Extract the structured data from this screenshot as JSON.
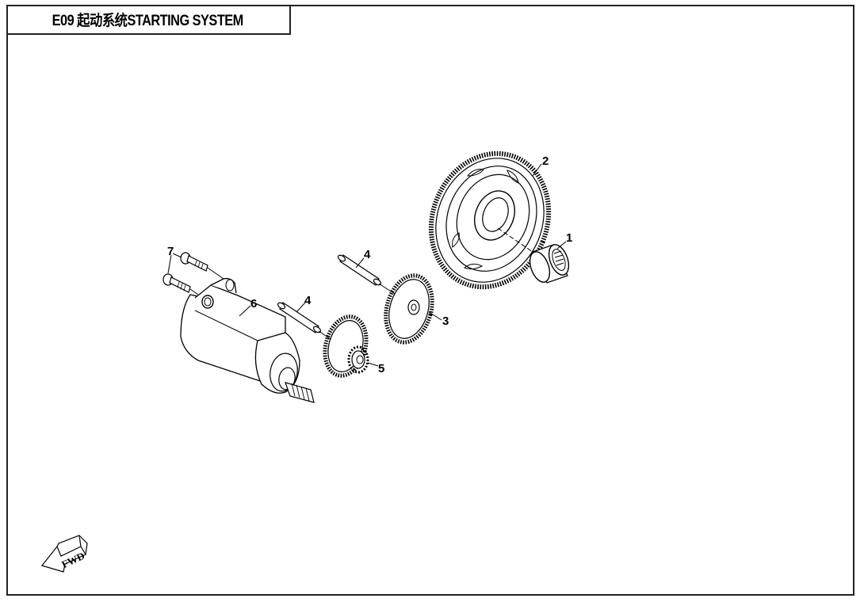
{
  "title": "E09 起动系统STARTING SYSTEM",
  "callouts": [
    {
      "number": "1",
      "part": "needle-bearing"
    },
    {
      "number": "2",
      "part": "starter-driven-gear"
    },
    {
      "number": "3",
      "part": "starter-idle-gear"
    },
    {
      "number": "4",
      "part": "idle-gear-shaft"
    },
    {
      "number": "4",
      "part": "idle-gear-shaft"
    },
    {
      "number": "5",
      "part": "starter-reduction-gear"
    },
    {
      "number": "6",
      "part": "starter-motor"
    },
    {
      "number": "7",
      "part": "flange-bolt"
    }
  ],
  "fwd_indicator": {
    "label": "FWD",
    "icon": "arrow-down-left-icon"
  },
  "colors": {
    "line": "#000000",
    "frame": "#222222",
    "background": "#ffffff"
  }
}
